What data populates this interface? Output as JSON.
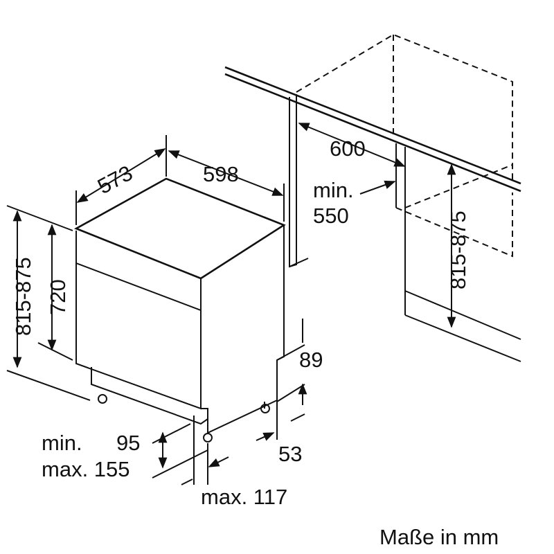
{
  "dimensions": {
    "depth": "573",
    "width": "598",
    "niche_width": "600",
    "niche_min_label": "min.",
    "niche_min_depth": "550",
    "height_range_left": "815-875",
    "body_height": "720",
    "height_range_right": "815-875",
    "plinth_height": "89",
    "plinth_depth": "53",
    "door_min_label": "min.",
    "door_min": "95",
    "door_max": "max. 155",
    "foot_max": "max. 117"
  },
  "unit_note": "Maße in mm"
}
